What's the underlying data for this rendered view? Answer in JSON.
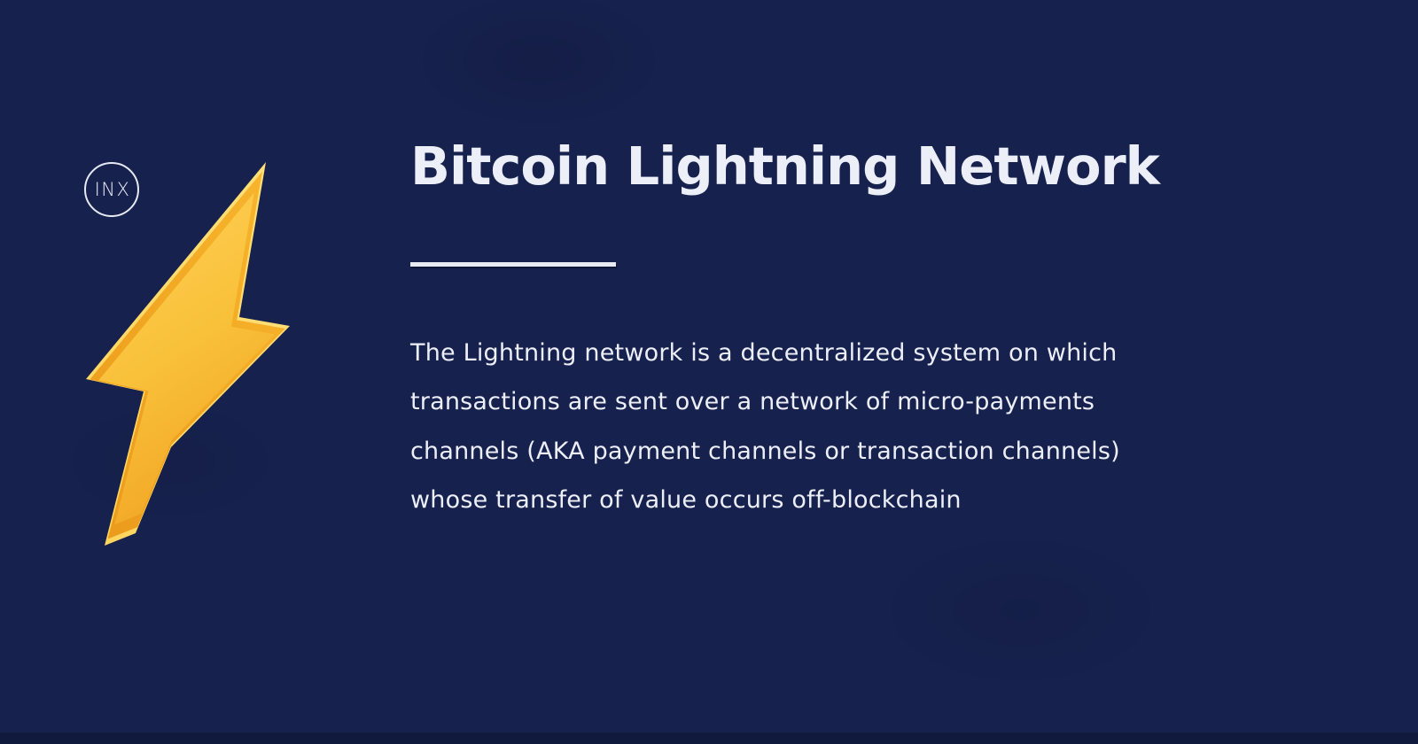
{
  "logo": {
    "text": "INX"
  },
  "header": {
    "title": "Bitcoin Lightning Network"
  },
  "body": {
    "paragraph_full": "The Lightning network is a decentralized system on which transactions are sent over a network of micro-payments channels (AKA payment channels or transaction channels) whose transfer of value occurs off-blockchain",
    "paragraph_lines": [
      "The Lightning network is a decentralized system on which",
      "transactions are sent over a network of micro-payments",
      "channels (AKA payment channels or transaction channels)",
      "whose transfer of value occurs off-blockchain"
    ]
  },
  "icons": {
    "lightning_bolt": "lightning-bolt-icon"
  },
  "colors": {
    "background": "#16214e",
    "bottom_bar": "#101a3d",
    "text": "#edeff8",
    "divider": "#e9ebf4",
    "logo_stroke": "#e7eaf3",
    "bolt_rim": "#ffd45c",
    "bolt_bevel_dark": "#eb9a1b",
    "bolt_bevel_light": "#f8b62d",
    "bolt_body_light": "#ffd159",
    "bolt_body_dark": "#f2a826"
  }
}
